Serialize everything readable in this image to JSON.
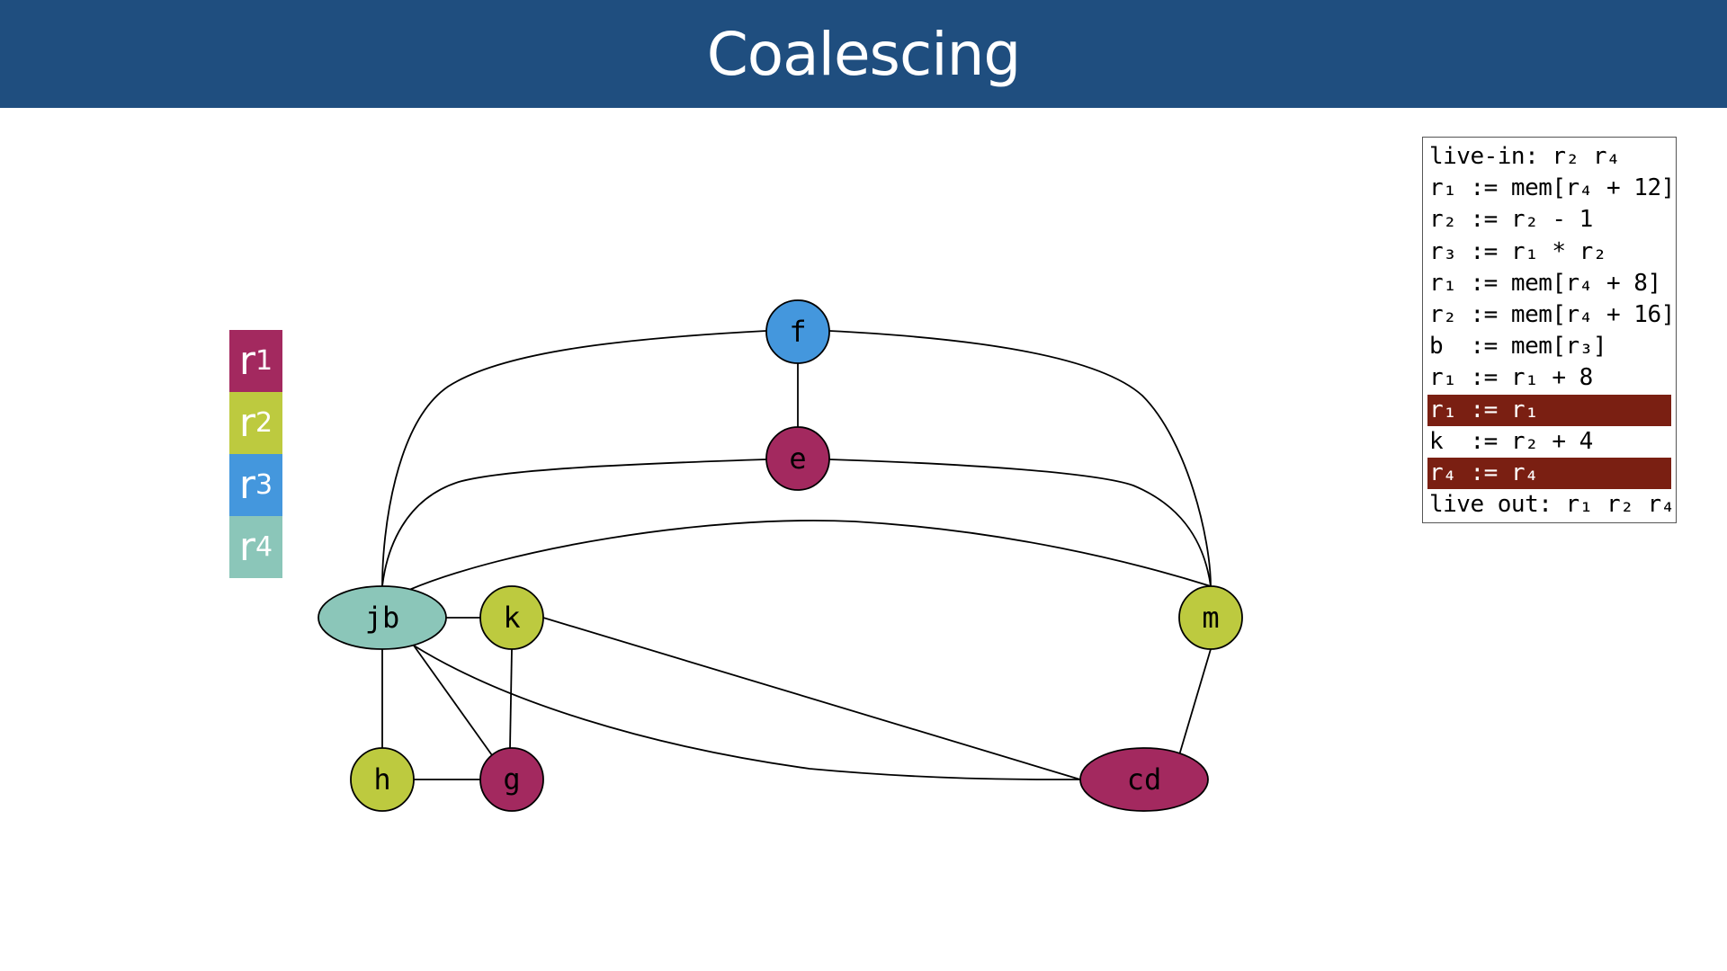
{
  "header": {
    "title": "Coalescing"
  },
  "legend": [
    {
      "name": "r1",
      "base": "r",
      "sub": "1",
      "color": "#a3295f"
    },
    {
      "name": "r2",
      "base": "r",
      "sub": "2",
      "color": "#bdca3f"
    },
    {
      "name": "r3",
      "base": "r",
      "sub": "3",
      "color": "#4497dd"
    },
    {
      "name": "r4",
      "base": "r",
      "sub": "4",
      "color": "#8bc6b9"
    }
  ],
  "graph": {
    "nodes": [
      {
        "id": "f",
        "label": "f",
        "color": "#4497dd"
      },
      {
        "id": "e",
        "label": "e",
        "color": "#a3295f"
      },
      {
        "id": "jb",
        "label": "jb",
        "color": "#8bc6b9"
      },
      {
        "id": "k",
        "label": "k",
        "color": "#bdca3f"
      },
      {
        "id": "m",
        "label": "m",
        "color": "#bdca3f"
      },
      {
        "id": "h",
        "label": "h",
        "color": "#bdca3f"
      },
      {
        "id": "g",
        "label": "g",
        "color": "#a3295f"
      },
      {
        "id": "cd",
        "label": "cd",
        "color": "#a3295f"
      }
    ],
    "edges": [
      [
        "f",
        "e"
      ],
      [
        "f",
        "jb"
      ],
      [
        "f",
        "m"
      ],
      [
        "e",
        "jb"
      ],
      [
        "e",
        "m"
      ],
      [
        "jb",
        "m"
      ],
      [
        "jb",
        "k"
      ],
      [
        "jb",
        "h"
      ],
      [
        "jb",
        "g"
      ],
      [
        "jb",
        "cd"
      ],
      [
        "k",
        "g"
      ],
      [
        "k",
        "cd"
      ],
      [
        "h",
        "g"
      ],
      [
        "m",
        "cd"
      ]
    ]
  },
  "code": {
    "lines": [
      {
        "text": "live-in: r₂ r₄",
        "highlight": false
      },
      {
        "text": "r₁ := mem[r₄ + 12]",
        "highlight": false
      },
      {
        "text": "r₂ := r₂ - 1",
        "highlight": false
      },
      {
        "text": "r₃ := r₁ * r₂",
        "highlight": false
      },
      {
        "text": "r₁ := mem[r₄ + 8]",
        "highlight": false
      },
      {
        "text": "r₂ := mem[r₄ + 16]",
        "highlight": false
      },
      {
        "text": "b  := mem[r₃]",
        "highlight": false
      },
      {
        "text": "r₁ := r₁ + 8",
        "highlight": false
      },
      {
        "text": "r₁ := r₁",
        "highlight": true
      },
      {
        "text": "k  := r₂ + 4",
        "highlight": false
      },
      {
        "text": "r₄ := r₄",
        "highlight": true
      },
      {
        "text": "live out: r₁ r₂ r₄",
        "highlight": false
      }
    ],
    "highlight_color": "#7a1f12"
  }
}
